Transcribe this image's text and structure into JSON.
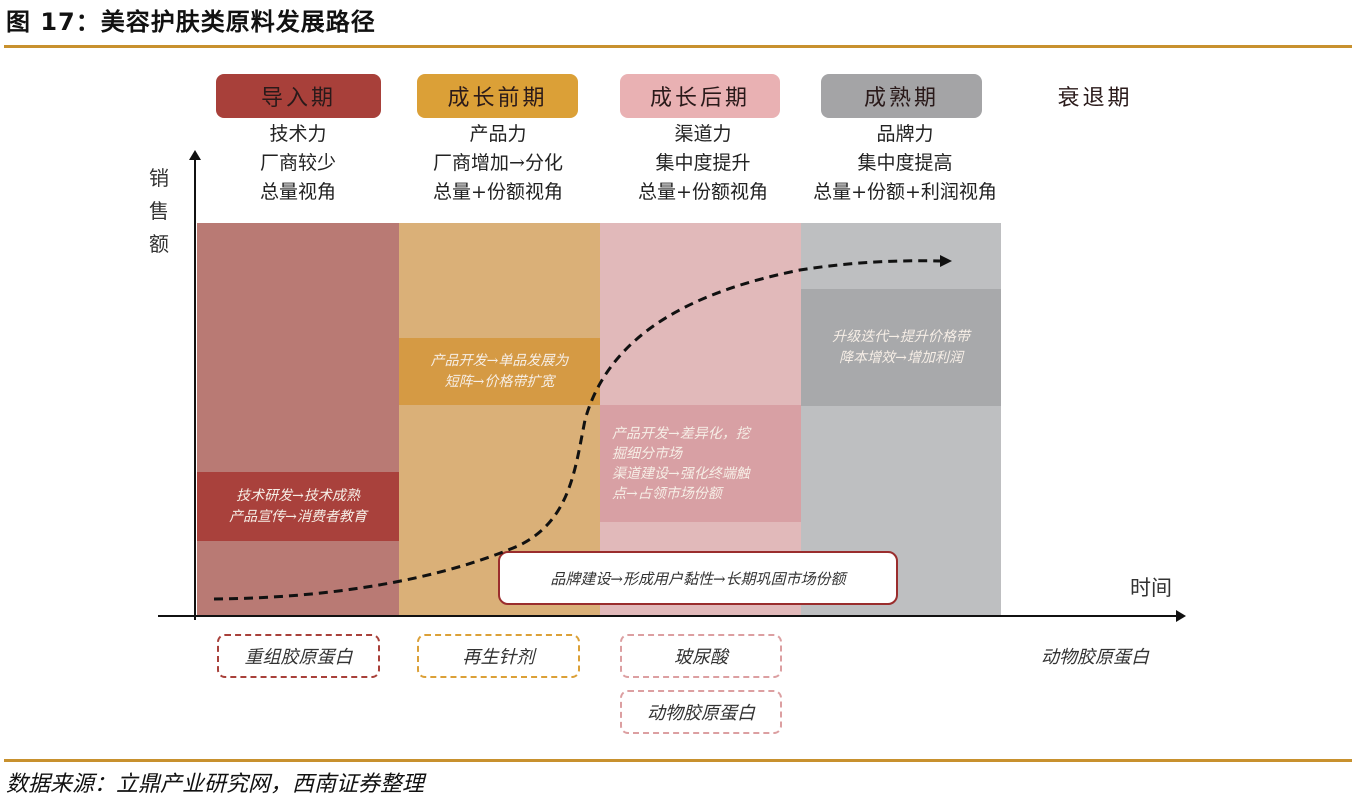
{
  "figure": {
    "title": "图 17：美容护肤类原料发展路径",
    "source": "数据来源：立鼎产业研究网，西南证券整理"
  },
  "axes": {
    "y_label": "销\n售\n额",
    "y_label_chars": [
      "销",
      "售",
      "额"
    ],
    "x_label": "时间"
  },
  "phases": [
    {
      "name": "导入期",
      "color": "#a8403a",
      "band_color": "#b97a74",
      "desc": [
        "技术力",
        "厂商较少",
        "总量视角"
      ],
      "strategy": [
        "技术研发→技术成熟",
        "产品宣传→消费者教育"
      ],
      "materials": [
        "重组胶原蛋白"
      ]
    },
    {
      "name": "成长前期",
      "color": "#dba037",
      "band_color": "#dab078",
      "desc": [
        "产品力",
        "厂商增加→分化",
        "总量+份额视角"
      ],
      "strategy": [
        "产品开发→单品发展为",
        "短阵→价格带扩宽"
      ],
      "materials": [
        "再生针剂"
      ]
    },
    {
      "name": "成长后期",
      "color": "#e9b1b3",
      "band_color": "#e1b9ba",
      "desc": [
        "渠道力",
        "集中度提升",
        "总量+份额视角"
      ],
      "strategy": [
        "产品开发→差异化，挖",
        "掘细分市场",
        "渠道建设→强化终端触",
        "点→占领市场份额"
      ],
      "materials": [
        "玻尿酸",
        "动物胶原蛋白"
      ]
    },
    {
      "name": "成熟期",
      "color": "#a4a4a6",
      "band_color": "#bebfc1",
      "desc": [
        "品牌力",
        "集中度提高",
        "总量+份额+利润视角"
      ],
      "strategy": [
        "升级迭代→提升价格带",
        "降本增效→增加利润"
      ],
      "materials": []
    },
    {
      "name": "衰退期",
      "color": "#ffffff",
      "desc": [],
      "strategy": [],
      "materials": [
        "动物胶原蛋白"
      ]
    }
  ],
  "brand_box": "品牌建设→形成用户黏性→长期巩固市场份额",
  "curve": {
    "type": "dashed S-curve (sales vs time)",
    "shape": "rises slowly in 导入期, steepens through 成长前期/成长后期, flattens in 成熟期",
    "arrow": true
  }
}
